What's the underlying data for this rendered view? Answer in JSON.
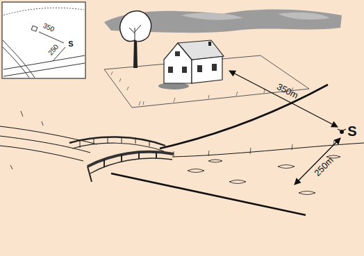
{
  "diagram": {
    "labels": [
      "350",
      "S",
      "250",
      "350m",
      "S",
      "250m"
    ]
  }
}
